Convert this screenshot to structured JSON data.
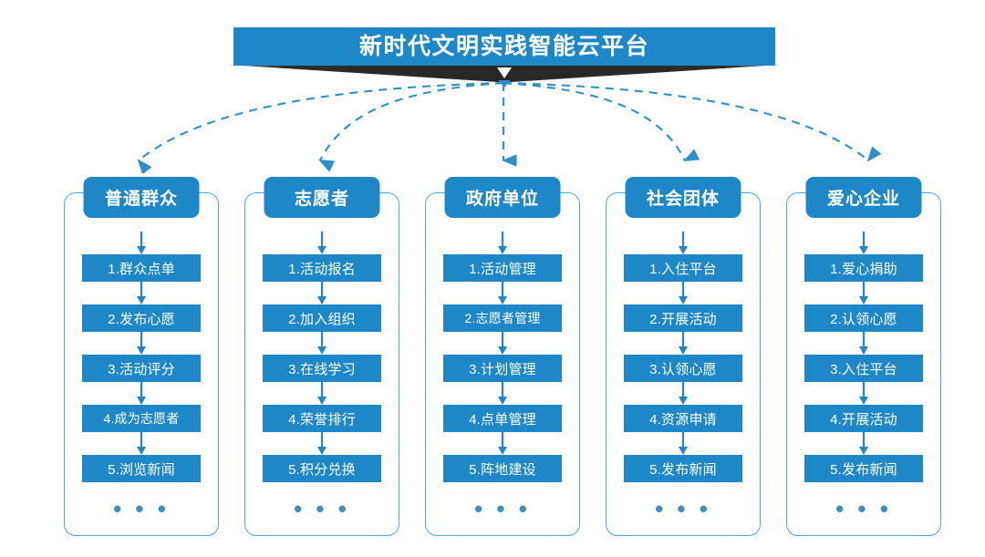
{
  "banner": {
    "title": "新时代文明实践智能云平台",
    "bar_color": "#1e87c8",
    "ribbon_color": "#2c2c2c",
    "notch_icon": "chevron-down-icon"
  },
  "connectors": {
    "style": "dashed-curved-arrow",
    "color": "#2e8fcb",
    "count": 5,
    "hub_label": "hub-node"
  },
  "accent_color": "#1e87c8",
  "border_color": "#4fa6d8",
  "ellipsis_color": "#3f8ec0",
  "ellipsis_text": "• • •",
  "columns": [
    {
      "header": "普通群众",
      "items": [
        "1.群众点单",
        "2.发布心愿",
        "3.活动评分",
        "4.成为志愿者",
        "5.浏览新闻"
      ],
      "more": "..."
    },
    {
      "header": "志愿者",
      "items": [
        "1.活动报名",
        "2.加入组织",
        "3.在线学习",
        "4.荣誉排行",
        "5.积分兑换"
      ],
      "more": "..."
    },
    {
      "header": "政府单位",
      "items": [
        "1.活动管理",
        "2.志愿者管理",
        "3.计划管理",
        "4.点单管理",
        "5.阵地建设"
      ],
      "more": "..."
    },
    {
      "header": "社会团体",
      "items": [
        "1.入住平台",
        "2.开展活动",
        "3.认领心愿",
        "4.资源申请",
        "5.发布新闻"
      ],
      "more": "..."
    },
    {
      "header": "爱心企业",
      "items": [
        "1.爱心捐助",
        "2.认领心愿",
        "3.入住平台",
        "4.开展活动",
        "5.发布新闻"
      ],
      "more": "..."
    }
  ]
}
